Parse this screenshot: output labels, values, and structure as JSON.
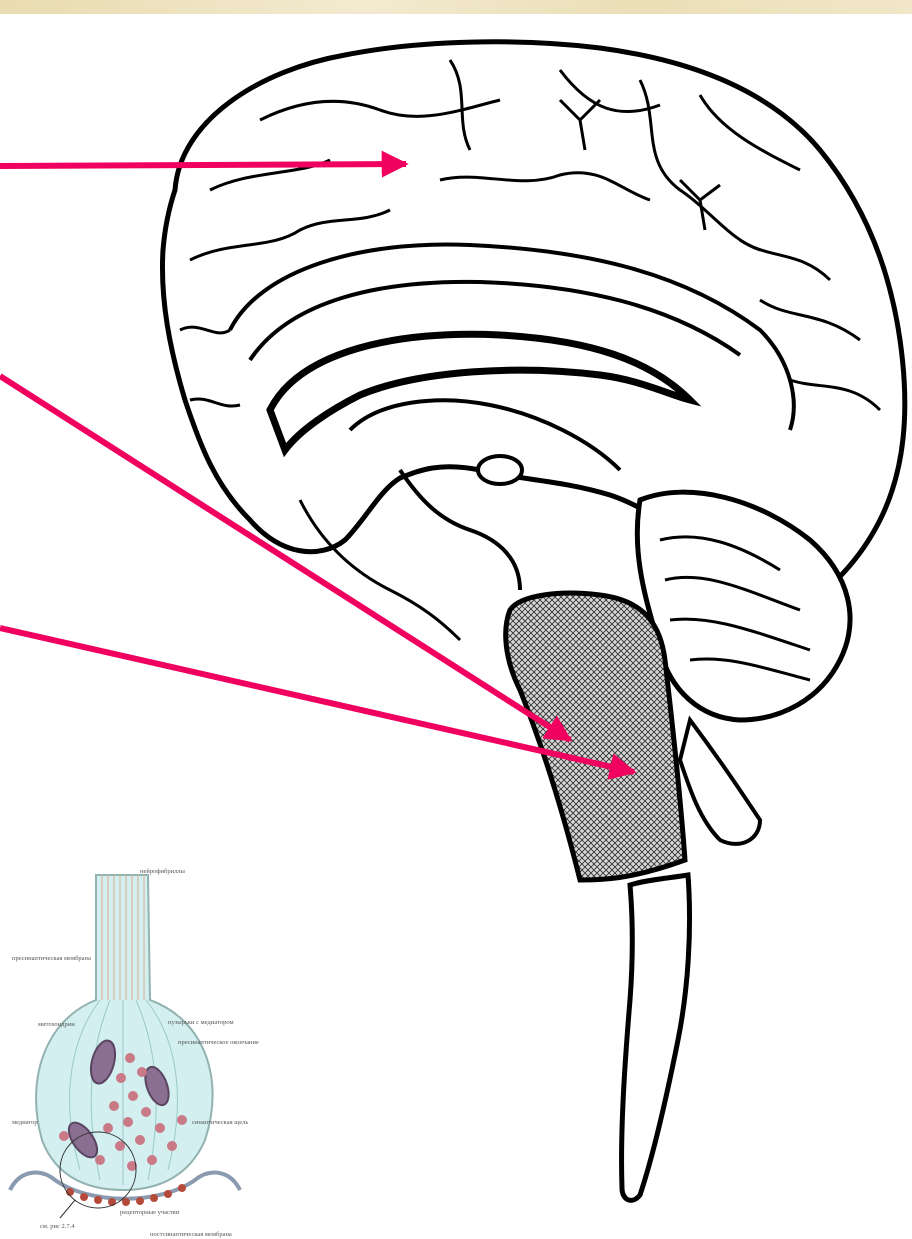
{
  "colors": {
    "arrow": "#f0005f",
    "outline": "#000000",
    "hatch_fill": "#c8c8c8",
    "synapse_body": "#cfeeee",
    "vesicle": "#c97a86",
    "mitochondria": "#8a6f92",
    "header_strip": "#efe4c0"
  },
  "arrows": [
    {
      "target": "cerebral-cortex"
    },
    {
      "target": "brainstem-medulla"
    },
    {
      "target": "spinal-cord"
    }
  ],
  "synapse_inset": {
    "labels": [
      "нейрофибриллы",
      "пресинаптическая мембрана",
      "митохондрии",
      "пузырьки с медиатором",
      "пресинаптическое окончание",
      "медиатор",
      "синаптическая щель",
      "см. рис 2.7.4",
      "рецепторные участки",
      "постсинаптическая мембрана"
    ]
  }
}
